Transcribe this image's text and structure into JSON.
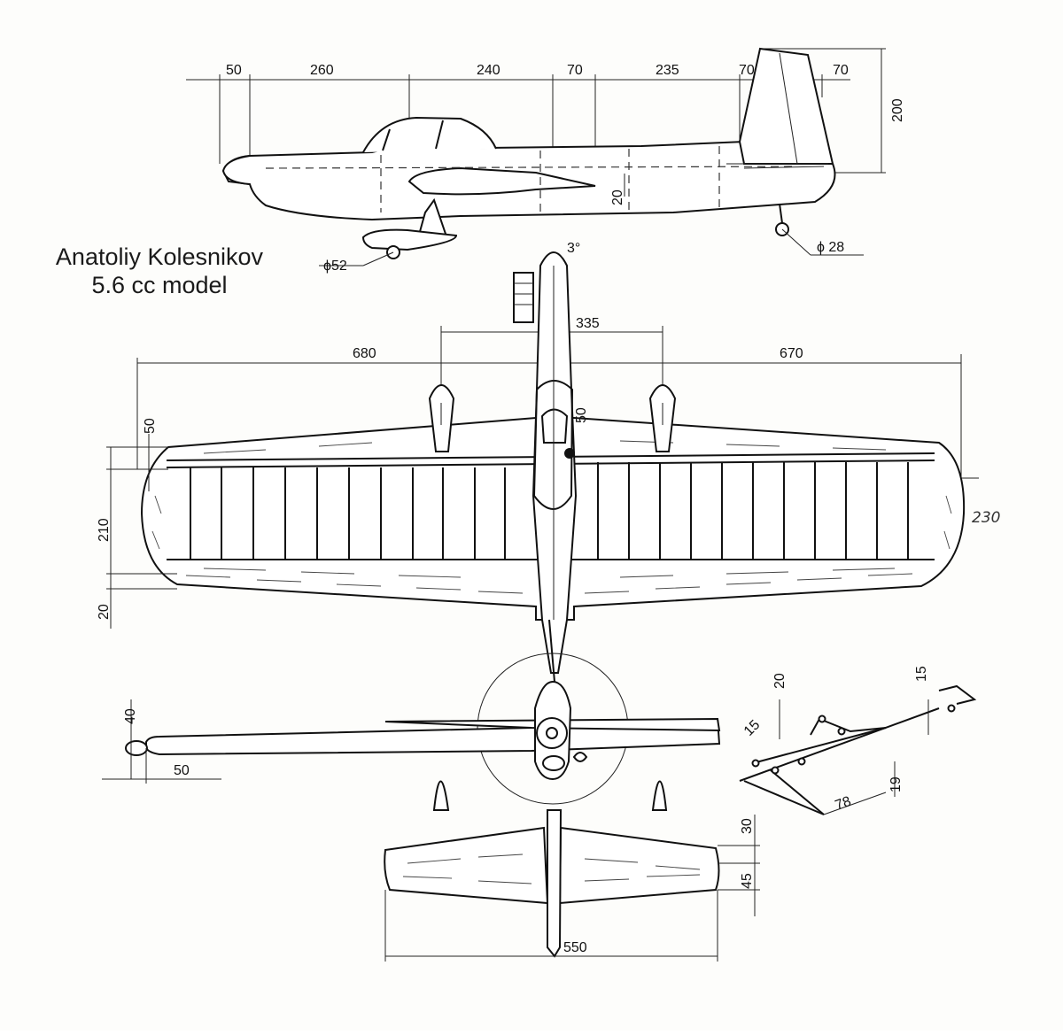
{
  "title": {
    "line1": "Anatoliy Kolesnikov",
    "line2": "5.6 cc model"
  },
  "side_view": {
    "dims_top": [
      "50",
      "260",
      "240",
      "70",
      "235",
      "70",
      "70"
    ],
    "fin_height": "200",
    "tailplane_offset": "20",
    "tail_wheel_dia": "ϕ 28",
    "main_wheel_dia": "ϕ52"
  },
  "top_view": {
    "engine_offset": "3°",
    "nacelle_spacing": "335",
    "left_span": "680",
    "right_span": "670",
    "le_offset": "50",
    "chord": "210",
    "te_offset": "20",
    "fuselage_width": "50",
    "handwritten_note": "230"
  },
  "front_view": {
    "tip_height": "40",
    "tip_length": "50"
  },
  "detail": {
    "dims": [
      "20",
      "15",
      "15",
      "78",
      "19"
    ]
  },
  "tailplane": {
    "span": "550",
    "dim_30": "30",
    "dim_45": "45"
  }
}
